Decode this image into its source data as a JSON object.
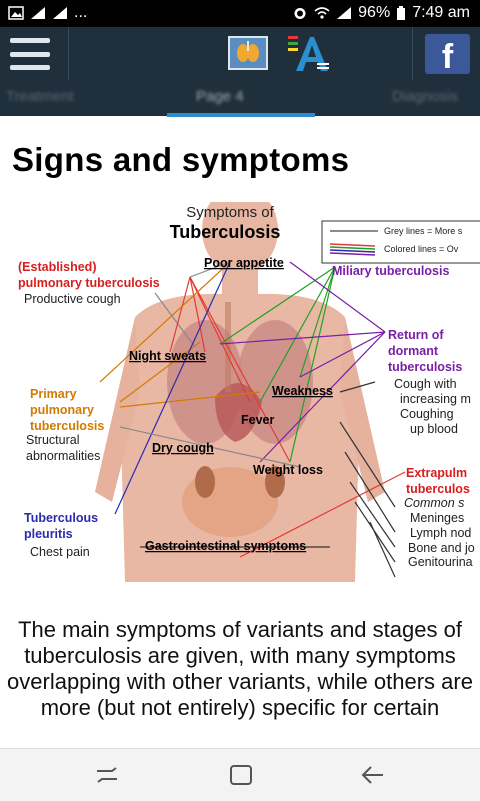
{
  "status_bar": {
    "overflow": "...",
    "battery": "96%",
    "time": "7:49 am"
  },
  "app_bar": {
    "facebook_label": "f"
  },
  "tabs": [
    {
      "label": "Treatment"
    },
    {
      "label": "Page 4"
    },
    {
      "label": "Diagnosis"
    }
  ],
  "article": {
    "heading": "Signs and symptoms",
    "paragraph": "The main symptoms of variants and stages of tuberculosis are given, with many symptoms overlapping with other variants, while others are more (but not entirely) specific for certain"
  },
  "figure": {
    "title_line1": "Symptoms of",
    "title_line2": "Tuberculosis",
    "legend_grey": "Grey lines = More s",
    "legend_colored": "Colored lines = Ov",
    "labels": {
      "established1": "(Established)",
      "established2": "pulmonary tuberculosis",
      "productive_cough": "Productive cough",
      "poor_appetite": "Poor appetite",
      "miliary": "Miliary tuberculosis",
      "night_sweats": "Night sweats",
      "return1": "Return of",
      "return2": "dormant",
      "return3": "tuberculosis",
      "cough_with1": "Cough with",
      "cough_with2": "increasing m",
      "coughing_up1": "Coughing",
      "coughing_up2": "up blood",
      "primary1": "Primary",
      "primary2": "pulmonary",
      "primary3": "tuberculosis",
      "weakness": "Weakness",
      "fever": "Fever",
      "structural1": "Structural",
      "structural2": "abnormalities",
      "dry_cough": "Dry cough",
      "weight_loss": "Weight loss",
      "extrapulm1": "Extrapulm",
      "extrapulm2": "tuberculos",
      "common": "Common s",
      "meninges": "Meninges",
      "lymph": "Lymph nod",
      "bone": "Bone and jo",
      "genitourinary": "Genitourina",
      "pleuritis1": "Tuberculous",
      "pleuritis2": "pleuritis",
      "chest_pain": "Chest pain",
      "gastro": "Gastrointestinal symptoms"
    }
  },
  "colors": {
    "appbar_bg": "#1f2f3b",
    "accent": "#2a8ecf",
    "facebook": "#3b5998",
    "red_label": "#d81e1e",
    "orange_label": "#d27a00",
    "purple_label": "#7a1fa6",
    "blue_label": "#2a2ab0",
    "green_label": "#22a022"
  },
  "icons": {
    "menu": "hamburger-icon",
    "app": "lungs-app-icon",
    "font": "font-size-icon",
    "facebook": "facebook-icon",
    "recents": "recents-icon",
    "home": "home-icon",
    "back": "back-icon"
  }
}
